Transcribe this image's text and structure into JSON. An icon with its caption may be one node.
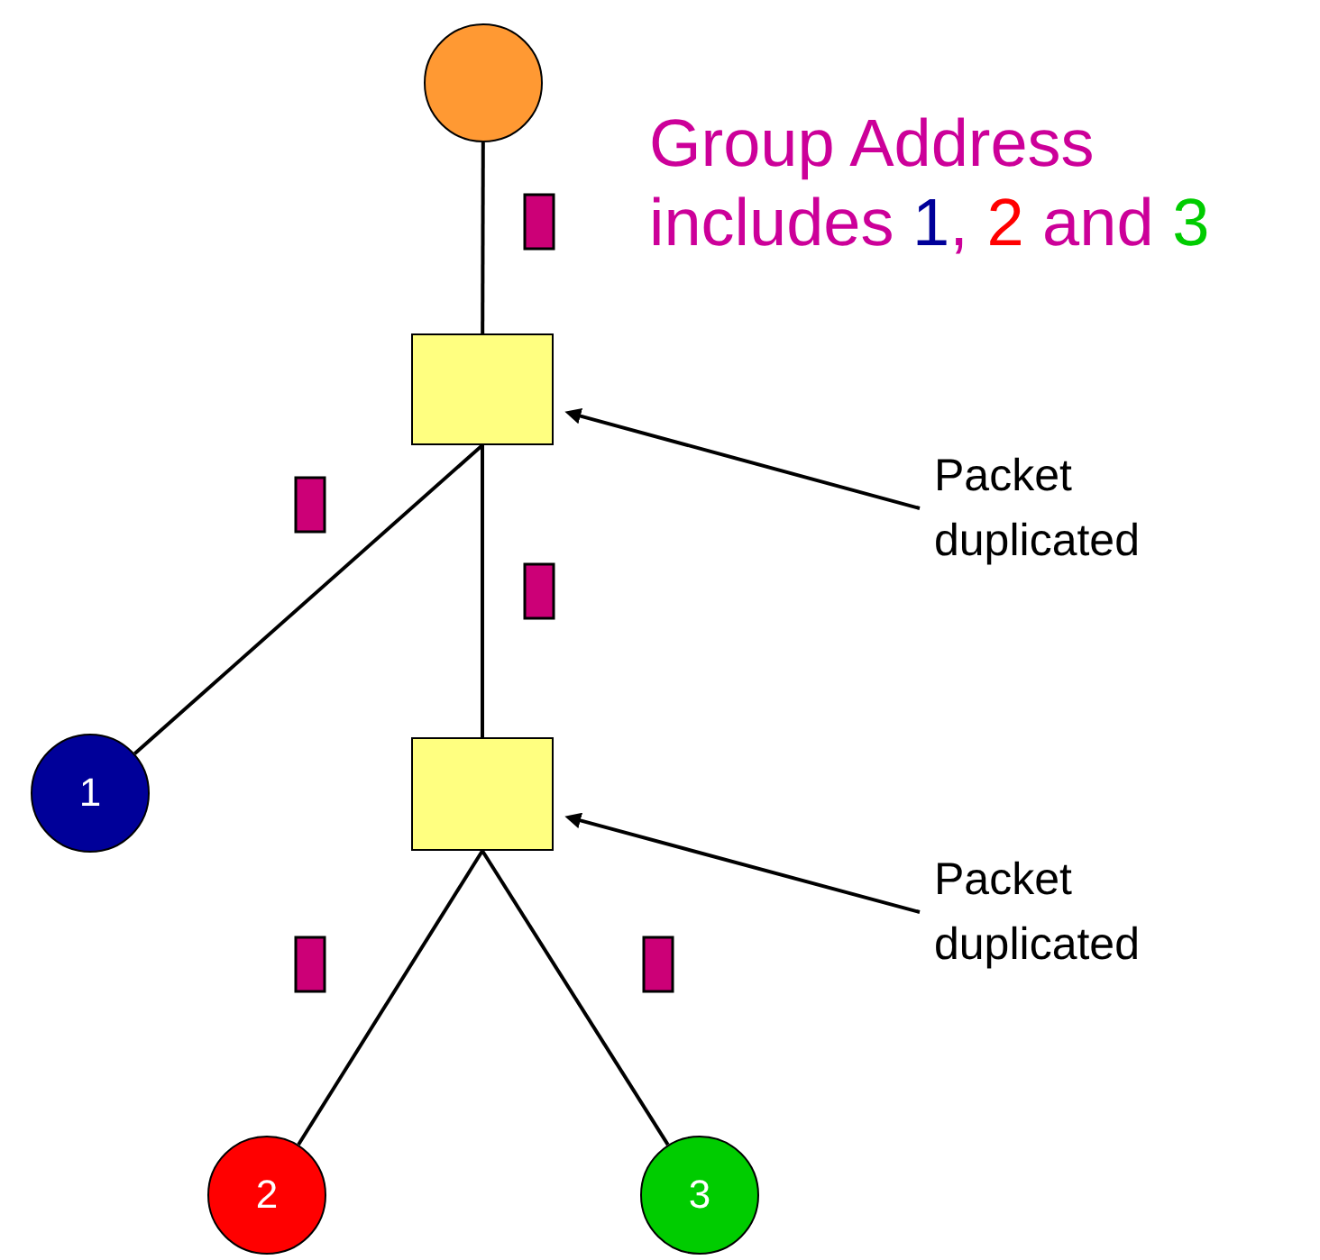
{
  "diagram": {
    "nodes": [
      {
        "text": [],
        "shape": "circle"
      },
      {
        "text": [],
        "shape": "box"
      },
      {
        "text": [
          "1"
        ]
      },
      {
        "text": [],
        "shape": "box"
      },
      {
        "text": [
          "2"
        ]
      },
      {
        "text": [
          "3"
        ]
      },
      {
        "text": [
          "Packet duplicated"
        ]
      },
      {
        "text": [
          "Packet duplicated"
        ]
      }
    ],
    "edges": [
      {
        "from": 0,
        "to": 1,
        "arrow": "none"
      },
      {
        "from": 1,
        "to": 2,
        "arrow": "none"
      },
      {
        "from": 1,
        "to": 3,
        "arrow": "none"
      },
      {
        "from": 3,
        "to": 4,
        "arrow": "none"
      },
      {
        "from": 3,
        "to": 5,
        "arrow": "none"
      },
      {
        "from": 6,
        "to": 1,
        "arrow": "to"
      },
      {
        "from": 7,
        "to": 3,
        "arrow": "to"
      }
    ],
    "labels": [
      "Group Address",
      "includes",
      "1",
      ",",
      "2",
      "and",
      "3"
    ]
  }
}
